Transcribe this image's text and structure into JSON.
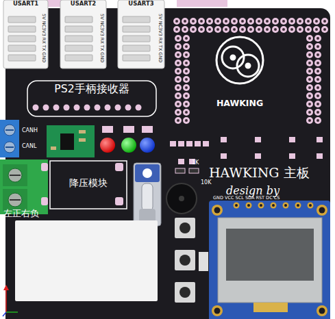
{
  "diagram": {
    "nodes": [
      {
        "text": [
          "HAWKING 主板",
          "design by"
        ]
      },
      {
        "text": [
          "USART1",
          "5V NC3V3 RX TX GND"
        ],
        "in": 0
      },
      {
        "text": [
          "USART2",
          "5V NC3V3 RX TX GND"
        ],
        "in": 0
      },
      {
        "text": [
          "USART3",
          "5V NC3V3 RX TX GND"
        ],
        "in": 0
      },
      {
        "text": [
          "HAWKING"
        ],
        "in": 0
      },
      {
        "text": [
          "PS2手柄接收器"
        ],
        "in": 0
      },
      {
        "text": [
          "降压模块"
        ],
        "in": 0
      },
      {
        "text": [
          "GND VCC SCL SDA RST DC CS"
        ],
        "in": 0
      }
    ],
    "labels": [
      "CANH",
      "CANL",
      "左正右负",
      "1K",
      "10K"
    ]
  }
}
